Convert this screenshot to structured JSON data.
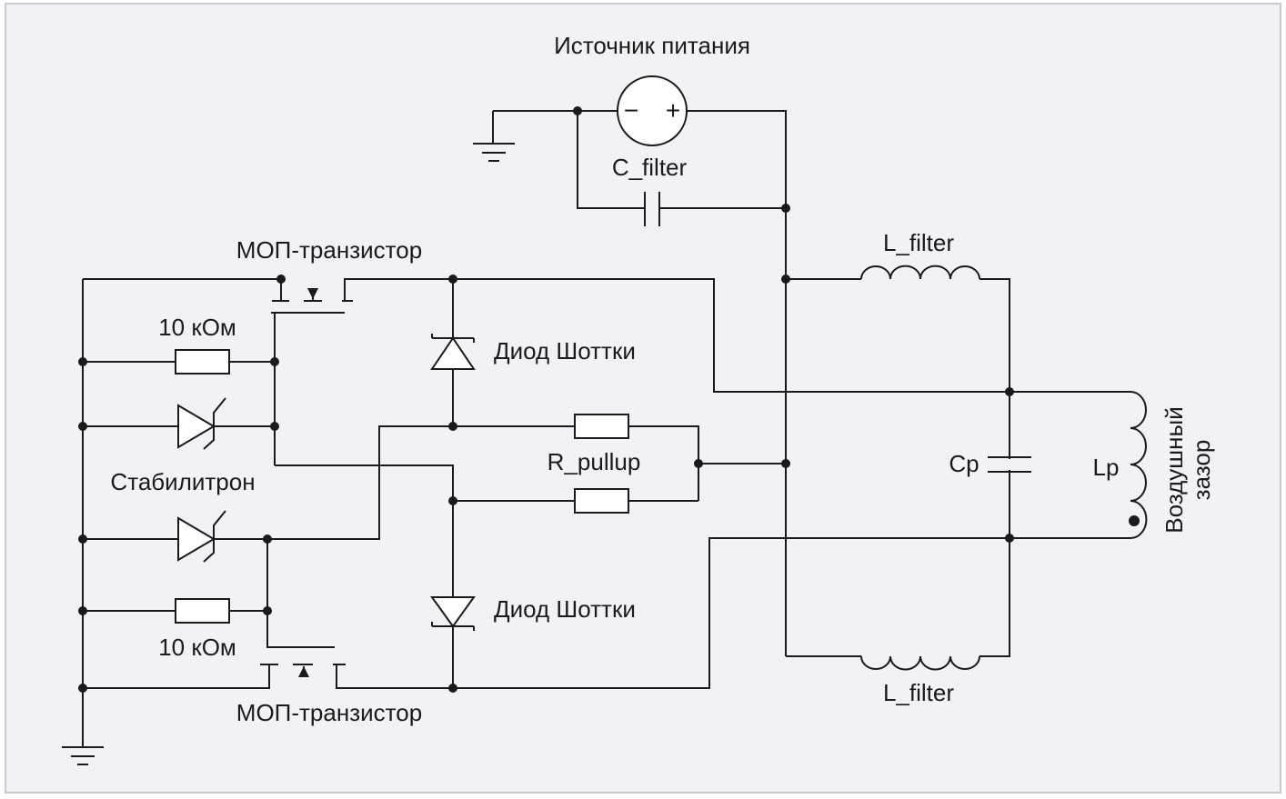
{
  "labels": {
    "power_source": "Источник питания",
    "c_filter": "C_filter",
    "mosfet_top": "МОП-транзистор",
    "mosfet_bottom": "МОП-транзистор",
    "resistor_top": "10 кОм",
    "resistor_bottom": "10 кОм",
    "zener": "Стабилитрон",
    "schottky_top": "Диод Шоттки",
    "schottky_bottom": "Диод Шоттки",
    "r_pullup": "R_pullup",
    "l_filter_top": "L_filter",
    "l_filter_bottom": "L_filter",
    "cp": "Cp",
    "lp": "Lp",
    "air_gap_line1": "Воздушный",
    "air_gap_line2": "зазор"
  },
  "source_signs": {
    "minus": "−",
    "plus": "+"
  },
  "colors": {
    "background": "#f2f2f6",
    "border": "#c9c9d3",
    "line": "#1a1a1a"
  }
}
